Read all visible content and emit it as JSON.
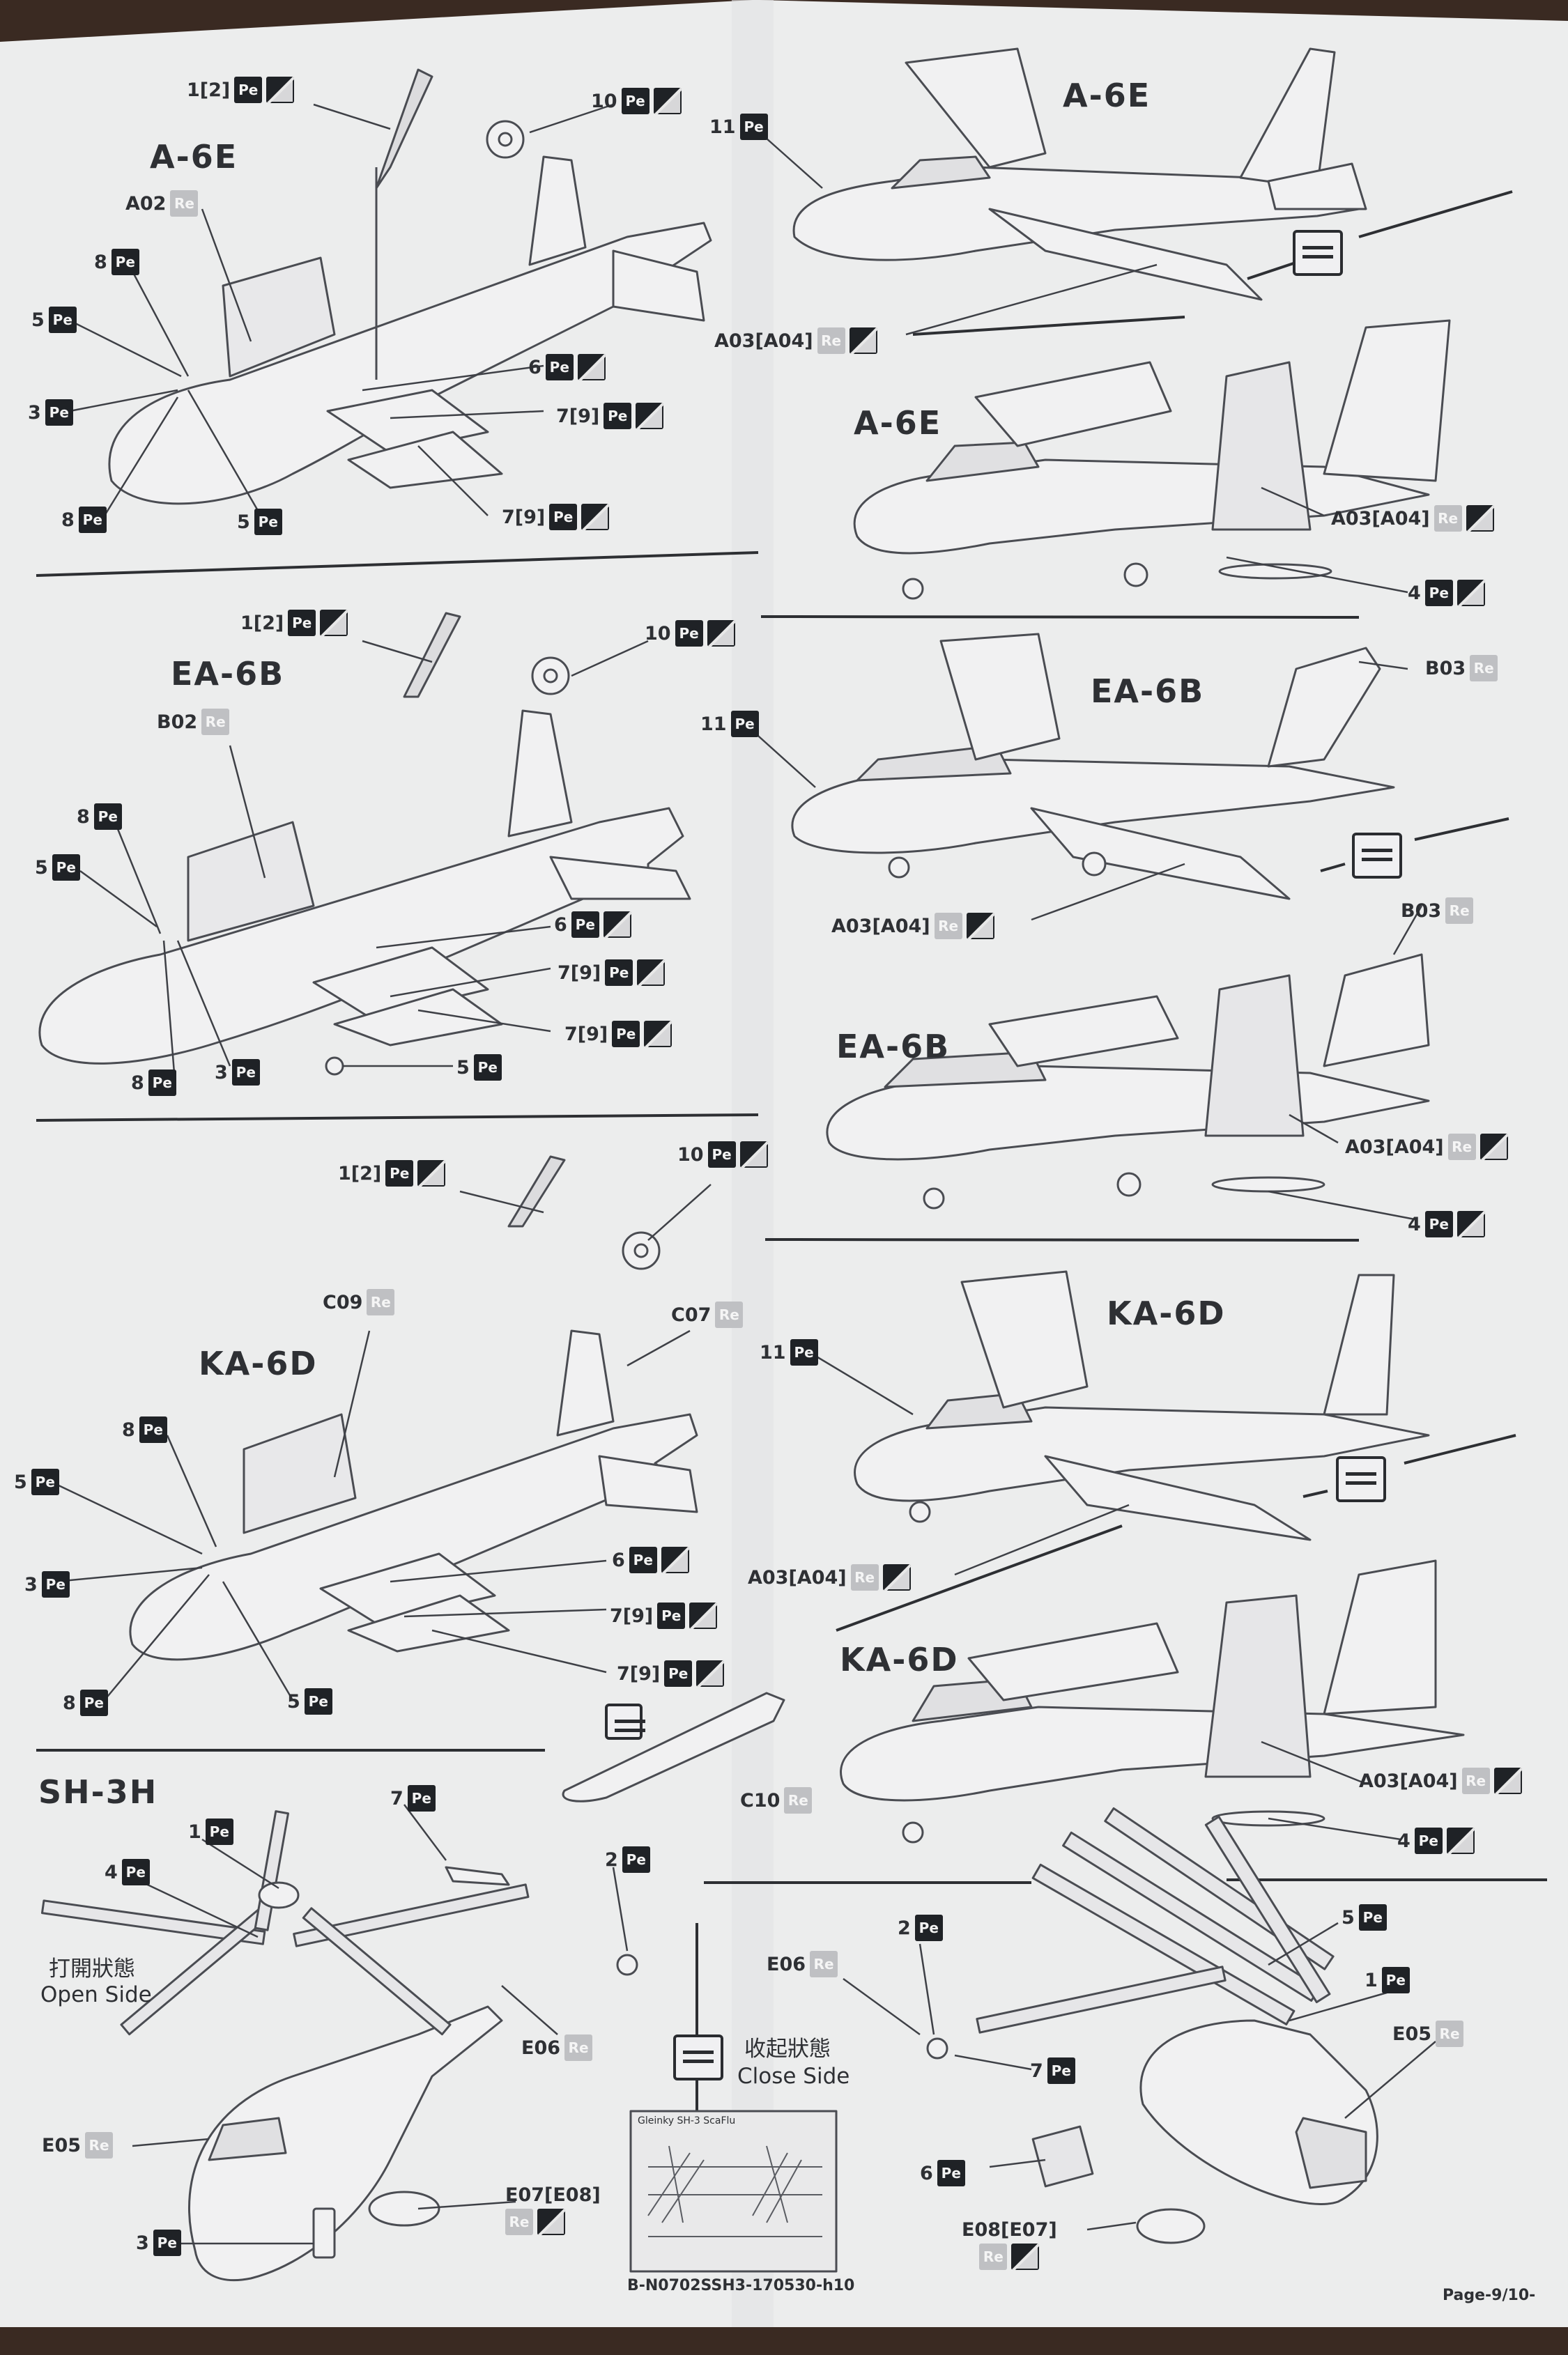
{
  "sections": {
    "a6e": {
      "title_left": "A-6E",
      "title_right_top": "A-6E",
      "title_right_bottom": "A-6E"
    },
    "ea6b": {
      "title_left": "EA-6B",
      "title_right_top": "EA-6B",
      "title_right_bottom": "EA-6B"
    },
    "ka6d": {
      "title_left": "KA-6D",
      "title_right_top": "KA-6D",
      "title_right_bottom": "KA-6D"
    },
    "sh3h": {
      "title": "SH-3H",
      "open_cjk": "打開狀態",
      "open_label": "Open Side",
      "close_cjk": "收起狀態",
      "close_label": "Close Side"
    }
  },
  "badges": {
    "pe": "Pe",
    "re": "Re"
  },
  "callouts": {
    "a6e_left": [
      "1[2]",
      "10",
      "A02",
      "8",
      "5",
      "3",
      "6",
      "7[9]",
      "8",
      "5",
      "7[9]"
    ],
    "a6e_right": [
      "11",
      "A03[A04]",
      "A03[A04]",
      "4"
    ],
    "ea6b_left": [
      "1[2]",
      "10",
      "B02",
      "8",
      "5",
      "6",
      "7[9]",
      "7[9]",
      "8",
      "3",
      "5"
    ],
    "ea6b_right": [
      "11",
      "B03",
      "A03[A04]",
      "B03",
      "A03[A04]",
      "4"
    ],
    "ka6d_left": [
      "1[2]",
      "10",
      "C09",
      "C07",
      "8",
      "5",
      "3",
      "6",
      "7[9]",
      "7[9]",
      "8",
      "5",
      "C10"
    ],
    "ka6d_right": [
      "11",
      "A03[A04]",
      "A03[A04]",
      "4"
    ],
    "sh3h_left": [
      "1",
      "4",
      "7",
      "2",
      "E06",
      "E05",
      "3",
      "E07[E08]"
    ],
    "sh3h_right": [
      "E06",
      "2",
      "5",
      "1",
      "E05",
      "7",
      "6",
      "E08[E07]"
    ]
  },
  "fret": {
    "caption": "Gleinky SH-3 ScaFlu",
    "code": "B-N0702SSH3-170530-h10"
  },
  "page": {
    "label": "Page-9/10-"
  }
}
